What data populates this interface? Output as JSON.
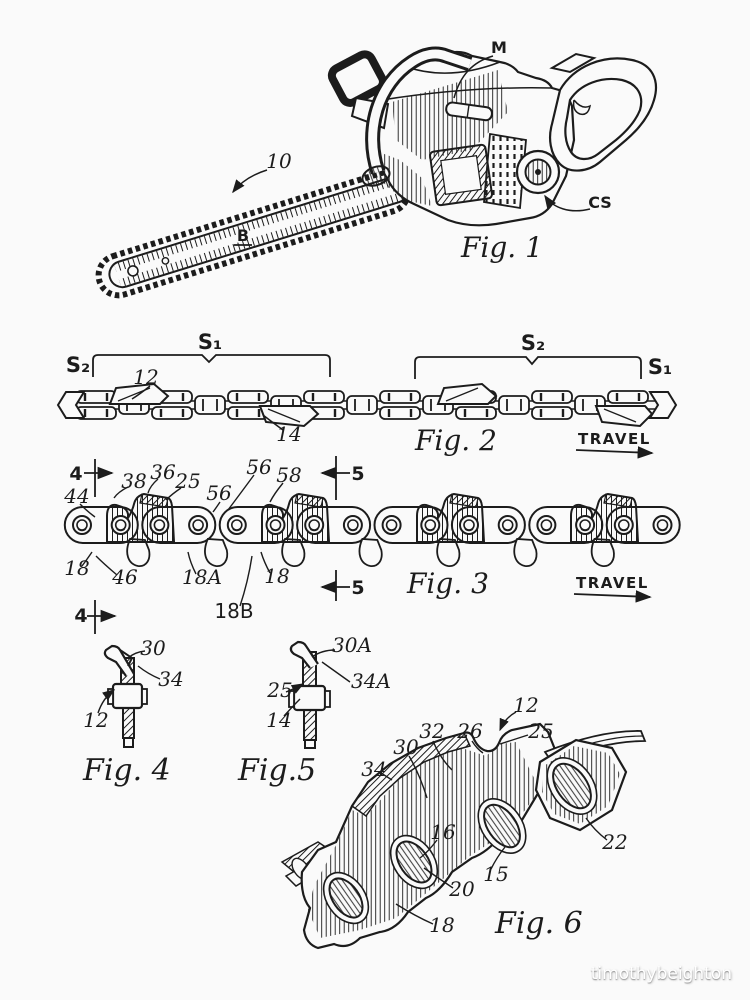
{
  "colors": {
    "background": "#fafafa",
    "ink": "#1c1c1c",
    "watermark_text": "#ffffff"
  },
  "watermark": "timothybeighton",
  "fig1": {
    "caption": "Fig. 1",
    "labels": {
      "m": "M",
      "ref10": "10",
      "b": "B",
      "cs": "CS"
    }
  },
  "fig2": {
    "caption": "Fig. 2",
    "travel": "TRAVEL",
    "labels": {
      "s2_left": "S₂",
      "s1_brace": "S₁",
      "ref12": "12",
      "ref14": "14",
      "s2_brace": "S₂",
      "s1_right": "S₁"
    }
  },
  "fig3": {
    "caption": "Fig. 3",
    "travel": "TRAVEL",
    "labels": {
      "sec4_top": "4",
      "sec4_bottom": "4",
      "sec5_top": "5",
      "sec5_bottom": "5",
      "ref44": "44",
      "ref38": "38",
      "ref36": "36",
      "ref25": "25",
      "ref56_upper": "56",
      "ref56_lower": "56",
      "ref58": "58",
      "ref18_left": "18",
      "ref46": "46",
      "ref18a": "18A",
      "ref18_mid": "18",
      "ref18b": "18B"
    }
  },
  "fig4": {
    "caption": "Fig. 4",
    "labels": {
      "ref30": "30",
      "ref34": "34",
      "ref12": "12"
    }
  },
  "fig5": {
    "caption": "Fig.5",
    "labels": {
      "ref30a": "30A",
      "ref34a": "34A",
      "ref25": "25",
      "ref14": "14"
    }
  },
  "fig6": {
    "caption": "Fig. 6",
    "labels": {
      "ref12": "12",
      "ref32": "32",
      "ref26": "26",
      "ref25": "25",
      "ref30": "30",
      "ref34": "34",
      "ref16": "16",
      "ref22": "22",
      "ref15": "15",
      "ref20": "20",
      "ref18": "18"
    }
  }
}
